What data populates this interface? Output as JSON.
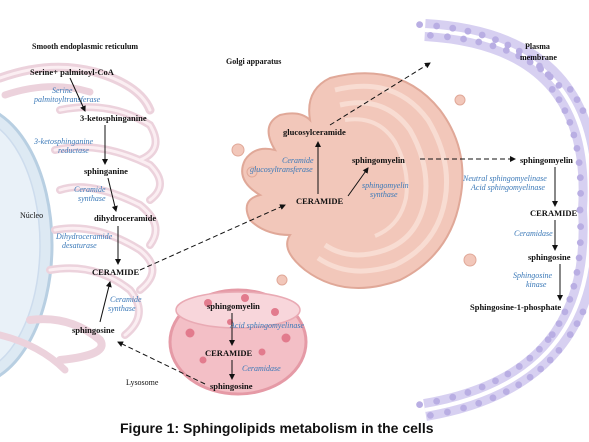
{
  "regions": {
    "er": "Smooth endoplasmic reticulum",
    "golgi": "Golgi apparatus",
    "membrane_line1": "Plasma",
    "membrane_line2": "membrane",
    "nucleus": "Núcleo",
    "lysosome": "Lysosome"
  },
  "er_pathway": {
    "serine": "Serine+ palmitoyl-CoA",
    "enzyme1_line1": "Serine",
    "enzyme1_line2": "palmitoyltransferase",
    "ketosphinganine": "3-ketosphinganine",
    "enzyme2_line1": "3-ketosphinganine",
    "enzyme2_line2": "reductase",
    "sphinganine": "sphinganine",
    "enzyme3_line1": "Ceramide",
    "enzyme3_line2": "synthase",
    "dihydroceramide": "dihydroceramide",
    "enzyme4_line1": "Dihydroceramide",
    "enzyme4_line2": "desaturase",
    "ceramide": "CERAMIDE",
    "enzyme5_line1": "Ceramide",
    "enzyme5_line2": "synthase",
    "sphingosine": "sphingosine"
  },
  "golgi_pathway": {
    "glucosylceramide": "glucosylceramide",
    "enzyme1_line1": "Ceramide",
    "enzyme1_line2": "glucosyltransferase",
    "sphingomyelin": "sphingomyelin",
    "enzyme2_line1": "sphingomyelin",
    "enzyme2_line2": "synthase",
    "ceramide": "CERAMIDE"
  },
  "membrane_pathway": {
    "sphingomyelin": "sphingomyelin",
    "enzyme1_line1": "Neutral sphingomyelinase",
    "enzyme1_line2": "Acid sphingomyelinase",
    "ceramide": "CERAMIDE",
    "enzyme2": "Ceramidase",
    "sphingosine": "sphingosine",
    "enzyme3_line1": "Sphingosine",
    "enzyme3_line2": "kinase",
    "s1p": "Sphingosine-1-phosphate"
  },
  "lysosome_pathway": {
    "sphingomyelin": "sphingomyelin",
    "enzyme1": "Acid sphingomyelinase",
    "ceramide": "CERAMIDE",
    "enzyme2": "Ceramidase",
    "sphingosine": "sphingosine"
  },
  "caption": "Figure 1:  Sphingolipids metabolism in the cells",
  "colors": {
    "enzyme_text": "#3b79b8",
    "er_membrane": "#e8c9d4",
    "golgi": "#eab6a8",
    "lysosome": "#e9a3ae",
    "plasma_membrane": "#b9aee3",
    "nucleus": "#c9dceb"
  }
}
